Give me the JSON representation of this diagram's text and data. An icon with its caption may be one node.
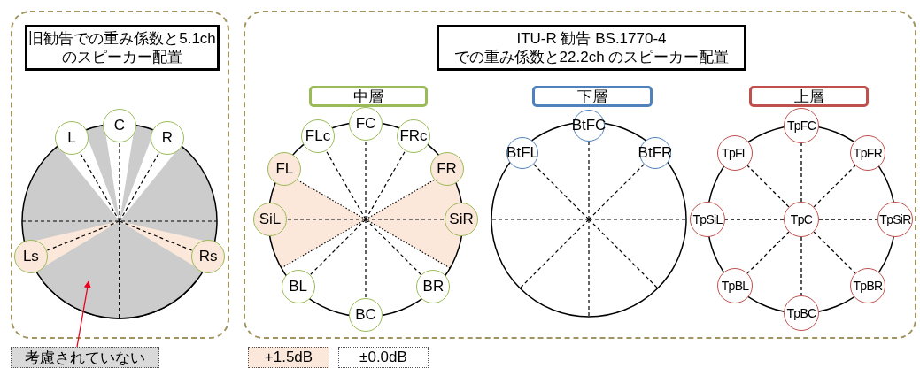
{
  "diagram": {
    "nodes": [
      {
        "text": [],
        "shape": "box"
      },
      {
        "text": [
          "旧勧告での重み係数と5.1ch のスピーカー配置"
        ],
        "in": 0
      },
      {
        "text": [
          "L"
        ],
        "in": 0
      },
      {
        "text": [
          "C"
        ],
        "in": 0
      },
      {
        "text": [
          "R"
        ],
        "in": 0
      },
      {
        "text": [
          "Ls"
        ],
        "in": 0
      },
      {
        "text": [
          "Rs"
        ],
        "in": 0
      },
      {
        "text": [],
        "shape": "sector",
        "in": 0
      },
      {
        "text": [
          "考慮されていない"
        ]
      },
      {
        "text": [],
        "shape": "box"
      },
      {
        "text": [
          "ITU-R 勧告 BS.1770-4 での重み係数と22.2ch のスピーカー配置"
        ],
        "in": 9
      },
      {
        "text": [
          "中層"
        ],
        "in": 9
      },
      {
        "text": [
          "下層"
        ],
        "in": 9
      },
      {
        "text": [
          "上層"
        ],
        "in": 9
      },
      {
        "text": [
          "FC"
        ],
        "in": 9
      },
      {
        "text": [
          "FLc"
        ],
        "in": 9
      },
      {
        "text": [
          "FRc"
        ],
        "in": 9
      },
      {
        "text": [
          "FL"
        ],
        "in": 9
      },
      {
        "text": [
          "FR"
        ],
        "in": 9
      },
      {
        "text": [
          "SiL"
        ],
        "in": 9
      },
      {
        "text": [
          "SiR"
        ],
        "in": 9
      },
      {
        "text": [
          "BL"
        ],
        "in": 9
      },
      {
        "text": [
          "BR"
        ],
        "in": 9
      },
      {
        "text": [
          "BC"
        ],
        "in": 9
      },
      {
        "text": [
          "BtFC"
        ],
        "in": 9
      },
      {
        "text": [
          "BtFL"
        ],
        "in": 9
      },
      {
        "text": [
          "BtFR"
        ],
        "in": 9
      },
      {
        "text": [
          "TpFC"
        ],
        "in": 9
      },
      {
        "text": [
          "TpFL"
        ],
        "in": 9
      },
      {
        "text": [
          "TpFR"
        ],
        "in": 9
      },
      {
        "text": [
          "TpSiL"
        ],
        "in": 9
      },
      {
        "text": [
          "TpC"
        ],
        "in": 9
      },
      {
        "text": [
          "TpSiR"
        ],
        "in": 9
      },
      {
        "text": [
          "TpBL"
        ],
        "in": 9
      },
      {
        "text": [
          "TpBR"
        ],
        "in": 9
      },
      {
        "text": [
          "TpBC"
        ],
        "in": 9
      }
    ],
    "edges": [
      {
        "from": 8,
        "to": 7,
        "arrow": "to",
        "color": "#e8001c"
      },
      {
        "from": 31,
        "to": 27,
        "arrow": "none",
        "style": "dashed"
      },
      {
        "from": 31,
        "to": 28,
        "arrow": "none",
        "style": "dashed"
      },
      {
        "from": 31,
        "to": 29,
        "arrow": "none",
        "style": "dashed"
      },
      {
        "from": 31,
        "to": 30,
        "arrow": "none",
        "style": "dashed"
      },
      {
        "from": 31,
        "to": 32,
        "arrow": "none",
        "style": "dashed"
      },
      {
        "from": 31,
        "to": 33,
        "arrow": "none",
        "style": "dashed"
      },
      {
        "from": 31,
        "to": 34,
        "arrow": "none",
        "style": "dashed"
      },
      {
        "from": 31,
        "to": 35,
        "arrow": "none",
        "style": "dashed"
      }
    ],
    "legend": [
      {
        "text": "+1.5dB",
        "color": "#fbe8da"
      },
      {
        "text": "±0.0dB",
        "color": "#ffffff"
      }
    ]
  }
}
